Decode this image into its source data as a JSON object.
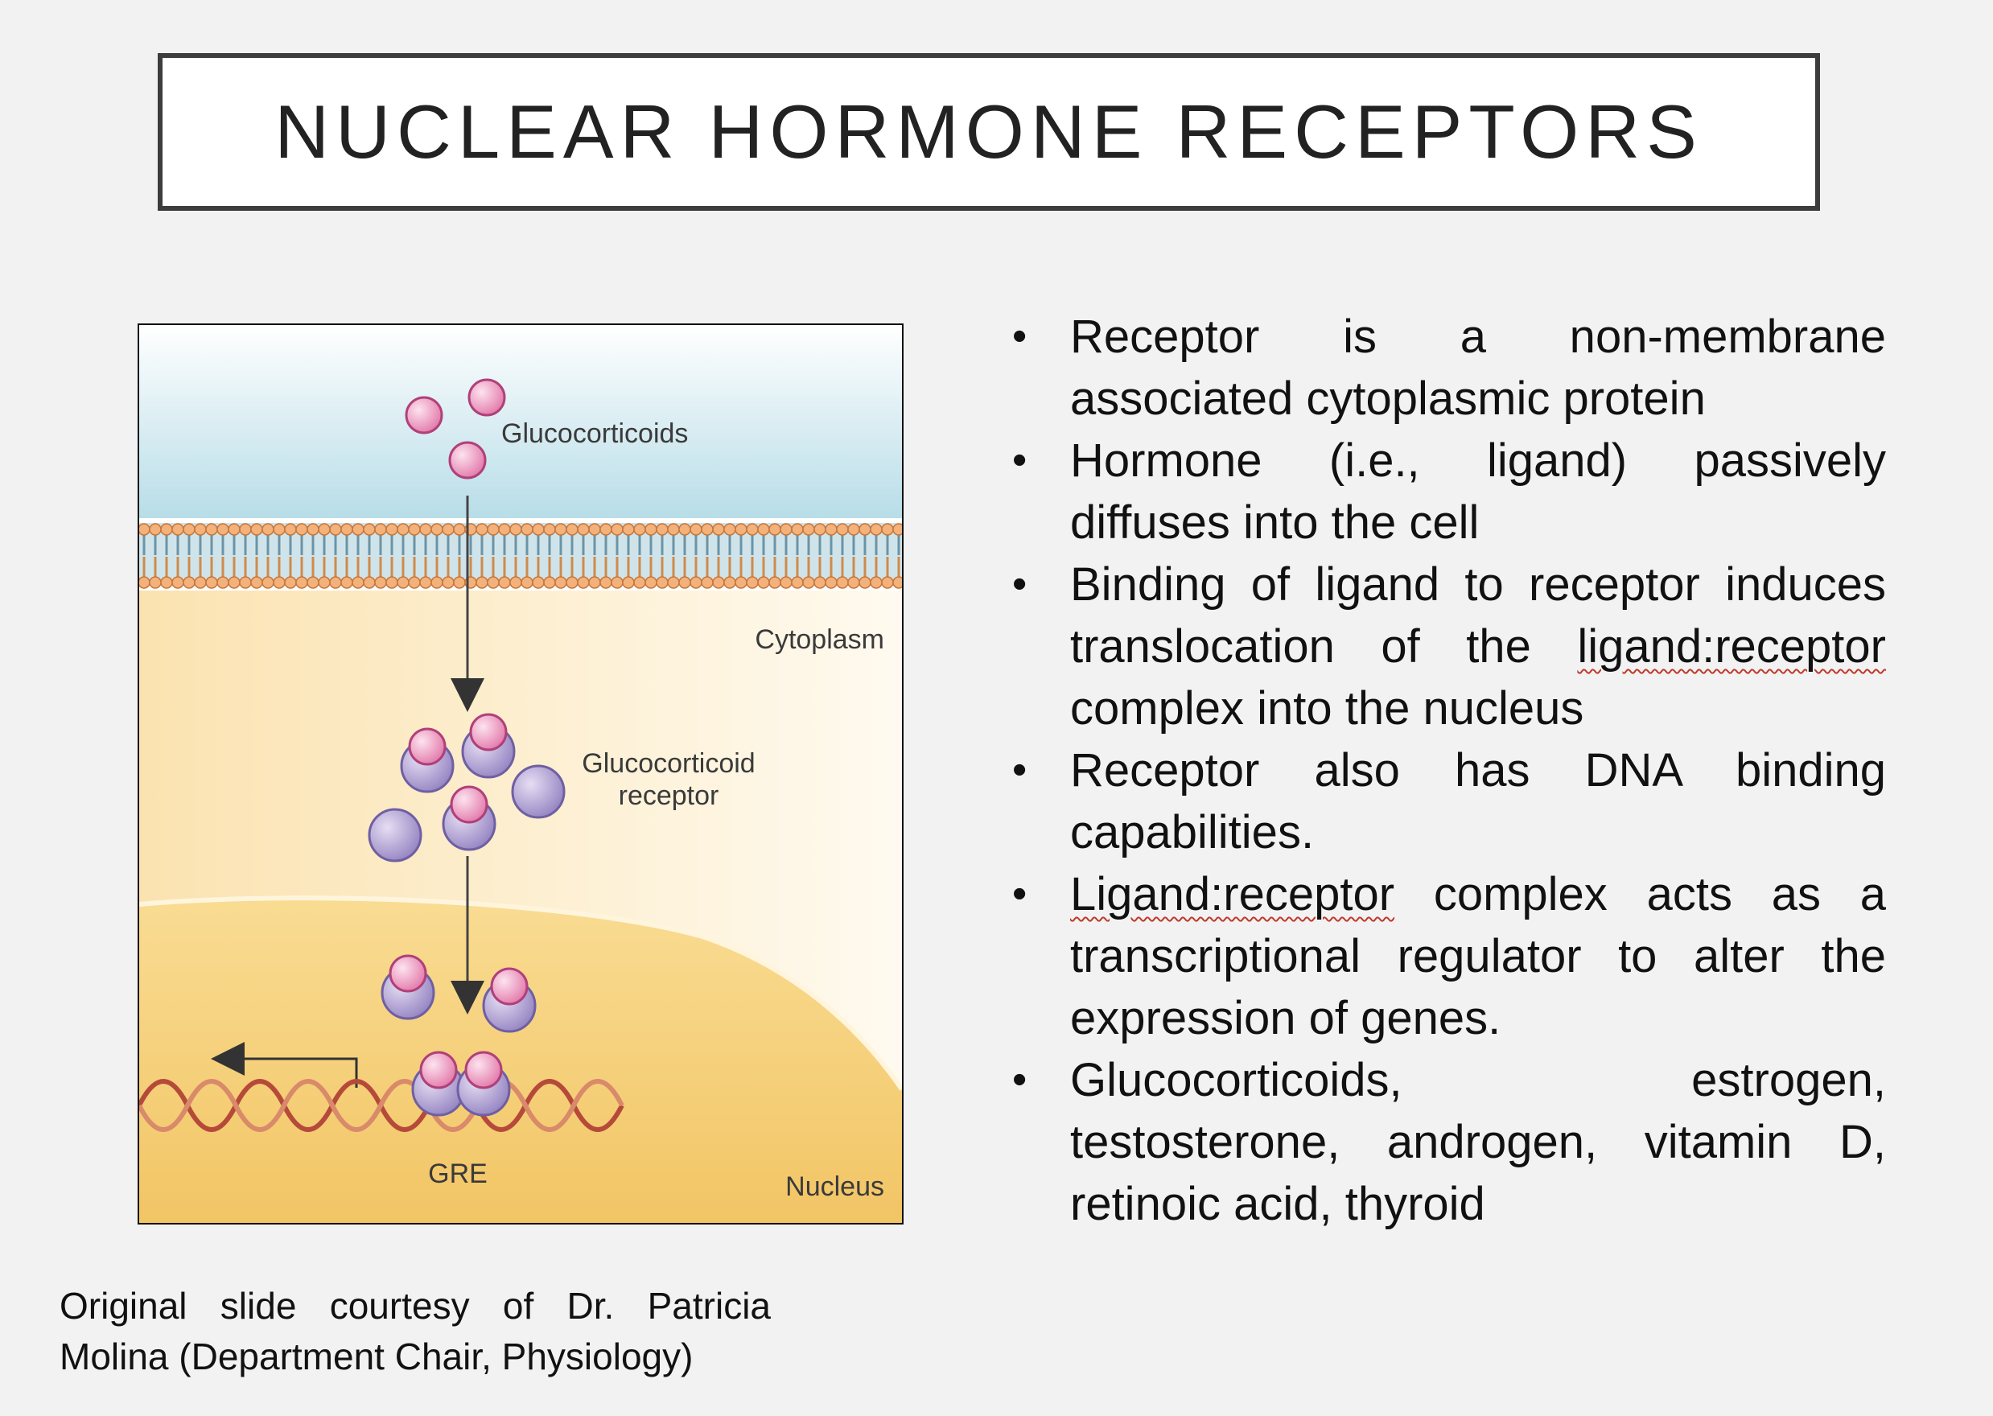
{
  "title": "NUCLEAR HORMONE RECEPTORS",
  "diagram": {
    "labels": {
      "glucocorticoids": "Glucocorticoids",
      "cytoplasm": "Cytoplasm",
      "receptor_line1": "Glucocorticoid",
      "receptor_line2": "receptor",
      "gre": "GRE",
      "nucleus": "Nucleus"
    },
    "colors": {
      "extracellular": "#bfe0ea",
      "cytoplasm": "#fdeec9",
      "nucleus": "#f6d17e",
      "membrane_head": "#f0b27a",
      "hormone": "#f2a6c8",
      "receptor": "#b7a7d6",
      "dna": "#b54a3a"
    }
  },
  "bullets": [
    {
      "pre": "Receptor is a non-membrane associated cytoplasmic protein"
    },
    {
      "pre": "Hormone (i.e., ligand) passively diffuses into the cell"
    },
    {
      "pre": "Binding of ligand to receptor induces translocation of the ",
      "flag": "ligand:receptor",
      "post": " complex into the nucleus"
    },
    {
      "pre": "Receptor also has DNA binding capabilities."
    },
    {
      "flag": "Ligand:receptor",
      "post": " complex acts as a transcriptional regulator to alter the expression of genes."
    },
    {
      "pre": "Glucocorticoids, estrogen, testosterone, androgen, vitamin D, retinoic acid, thyroid"
    }
  ],
  "credit": "Original slide courtesy of Dr. Patricia Molina (Department Chair, Physiology)"
}
